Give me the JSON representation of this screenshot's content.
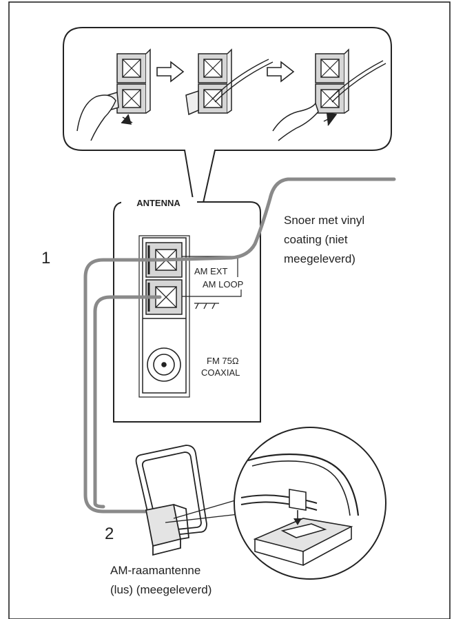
{
  "panel": {
    "title": "ANTENNA",
    "am_ext": "AM EXT",
    "am_loop": "AM LOOP",
    "fm_line1": "FM 75Ω",
    "fm_line2": "COAXIAL"
  },
  "labels": {
    "step1": "1",
    "step2": "2",
    "wire_line1": "Snoer met vinyl",
    "wire_line2": "coating (niet",
    "wire_line3": "meegeleverd)",
    "loop_line1": "AM-raamantenne",
    "loop_line2": "(lus) (meegeleverd)"
  },
  "colors": {
    "line": "#222222",
    "cable": "#8a8a8a",
    "fill_gray": "#d6d6d6"
  }
}
